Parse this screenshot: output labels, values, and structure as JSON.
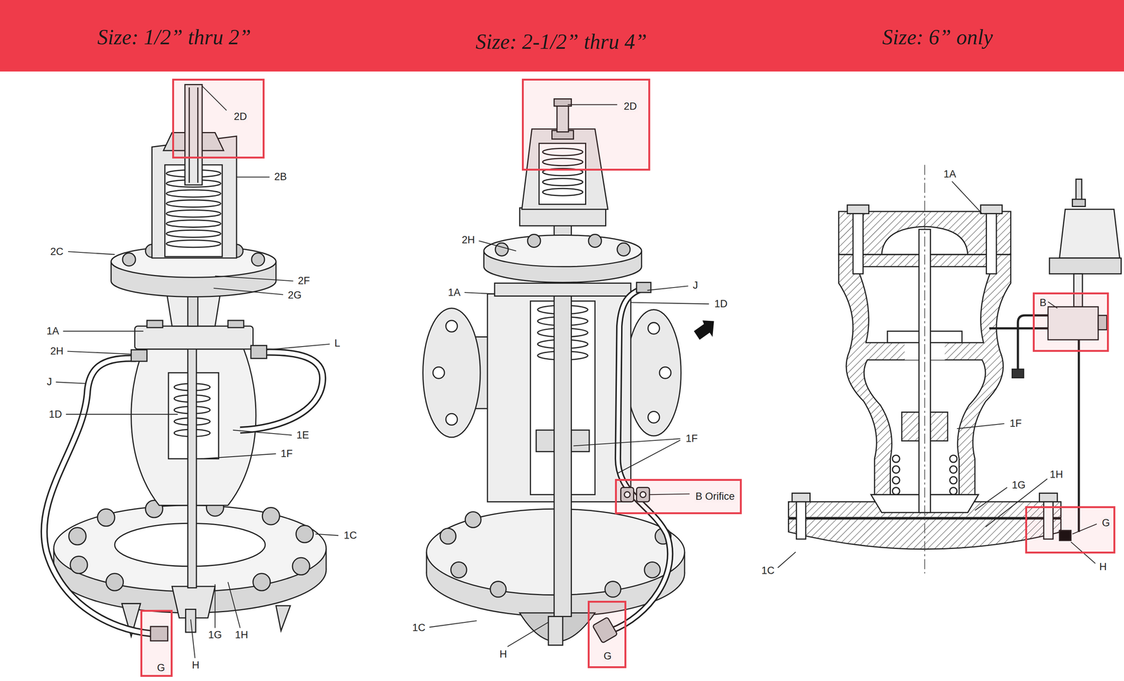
{
  "diagram": {
    "nodes": [
      {
        "text": [
          "Size: 1/2” thru 2”",
          "Size: 2-1/2” thru 4”",
          "Size: 6” only"
        ]
      },
      {
        "text": [
          "2D"
        ]
      },
      {
        "text": [
          "G"
        ]
      },
      {
        "text": [
          "2D"
        ]
      },
      {
        "text": [
          "B Orifice"
        ]
      },
      {
        "text": [
          "G"
        ]
      },
      {
        "text": [
          "B"
        ]
      },
      {
        "text": [
          "G"
        ]
      }
    ],
    "labels": [
      "2B",
      "2C",
      "2F",
      "2G",
      "1A",
      "L",
      "2H",
      "J",
      "1D",
      "1E",
      "1F",
      "1C",
      "1G",
      "1H",
      "H",
      "2H",
      "1A",
      "J",
      "1D",
      "1F",
      "1C",
      "H",
      "1A",
      "1F",
      "1H",
      "1G",
      "1C",
      "H"
    ]
  }
}
